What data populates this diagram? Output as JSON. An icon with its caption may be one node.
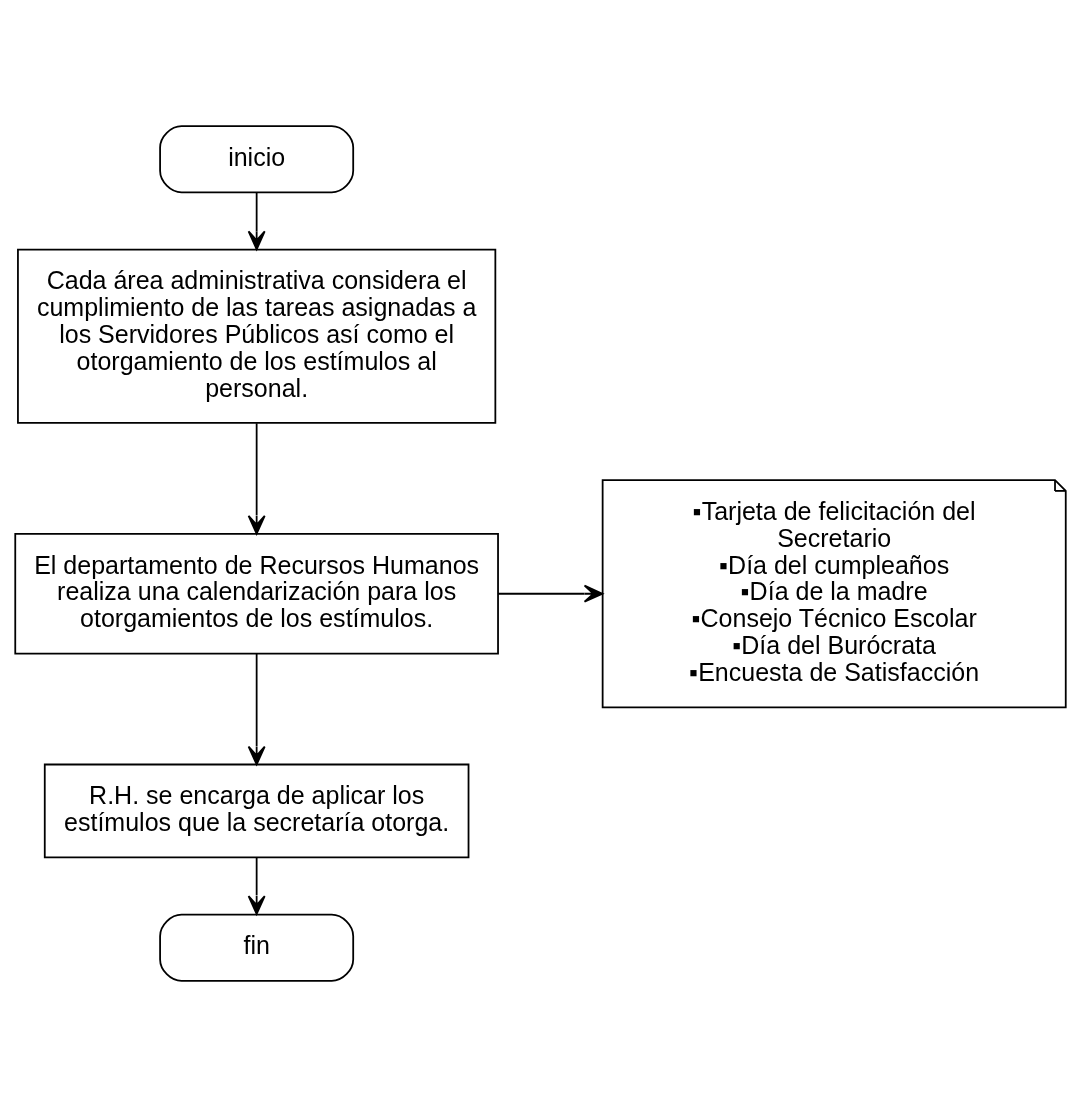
{
  "diagram": {
    "nodes": [
      {
        "text": [
          "inicio"
        ]
      },
      {
        "text": [
          "Cada área administrativa considera el cumplimiento de las tareas asignadas a los Servidores Públicos así como el otorgamiento de los estímulos al personal."
        ]
      },
      {
        "text": [
          "El departamento de Recursos Humanos realiza una calendarización para los otorgamientos de los estímulos."
        ]
      },
      {
        "text": [
          "R.H. se encarga de aplicar los estímulos que la secretaría otorga."
        ]
      },
      {
        "text": [
          "fin"
        ]
      },
      {
        "text": [
          "▪Tarjeta de felicitación del Secretario",
          "▪Día del cumpleaños",
          "▪Día de la madre",
          "▪Consejo Técnico Escolar",
          "▪Día del Burócrata",
          "▪Encuesta de Satisfacción"
        ]
      }
    ],
    "edges": [
      {
        "from": 0,
        "to": 1,
        "arrow": "to"
      },
      {
        "from": 1,
        "to": 2,
        "arrow": "to"
      },
      {
        "from": 2,
        "to": 3,
        "arrow": "to"
      },
      {
        "from": 3,
        "to": 4,
        "arrow": "to"
      },
      {
        "from": 2,
        "to": 5,
        "arrow": "to"
      }
    ]
  }
}
